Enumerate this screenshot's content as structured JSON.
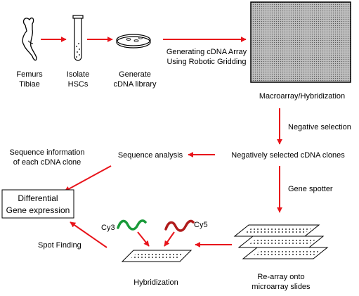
{
  "colors": {
    "arrow": "#e8141b",
    "ink": "#000000",
    "cy3": "#1a9a3a",
    "cy5": "#b01b1b",
    "array": "#9a9a9a"
  },
  "icons": [
    "bone-icon",
    "test-tube-icon",
    "petri-dish-icon",
    "macroarray-icon",
    "microarray-slides-icon",
    "hybridization-slide-icon",
    "cy3-wave-icon",
    "cy5-wave-icon"
  ],
  "labels": {
    "femurs": "Femurs",
    "tibiae": "Tibiae",
    "isolate": "Isolate",
    "hscs": "HSCs",
    "generate": "Generate",
    "cdna_library": "cDNA library",
    "generating_array": "Generating cDNA Array",
    "robotic_gridding": "Using Robotic Gridding",
    "macroarray": "Macroarray/Hybridization",
    "negative_selection": "Negative selection",
    "neg_selected_clones": "Negatively selected cDNA clones",
    "sequence_analysis": "Sequence analysis",
    "seq_info_1": "Sequence information",
    "seq_info_2": "of each cDNA clone",
    "differential": "Differential",
    "gene_expression": "Gene expression",
    "gene_spotter": "Gene spotter",
    "cy3": "Cy3",
    "cy5": "Cy5",
    "spot_finding": "Spot Finding",
    "hybridization": "Hybridization",
    "rearray_1": "Re-array onto",
    "rearray_2": "microarray slides"
  }
}
